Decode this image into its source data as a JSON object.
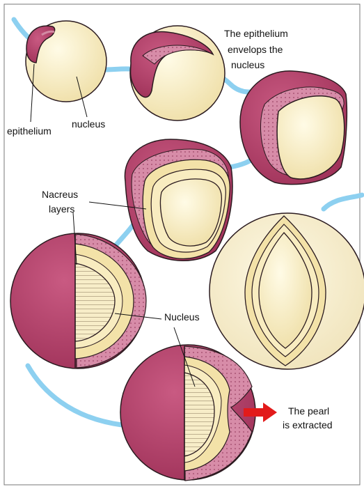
{
  "labels": {
    "epithelium_small": "epithelium",
    "nucleus_small": "nucleus",
    "envelops_line1": "The epithelium",
    "envelops_line2": "envelops the",
    "envelops_line3": "nucleus",
    "nacreus_line1": "Nacreus",
    "nacreus_line2": "layers",
    "nucleus_cap": "Nucleus",
    "pearl_line1": "The pearl",
    "pearl_line2": "is extracted"
  },
  "colors": {
    "nucleus_cream": "#f8efc3",
    "epithelium_pink": "#b5476d",
    "epithelium_inner": "#d28aa3",
    "nacre": "#f3e2a8",
    "flow_line": "#8dd0f0",
    "arrow": "#e21b1b",
    "outline": "#2a1a1f"
  },
  "icons": {
    "extraction_arrow": "right-arrow-icon"
  }
}
